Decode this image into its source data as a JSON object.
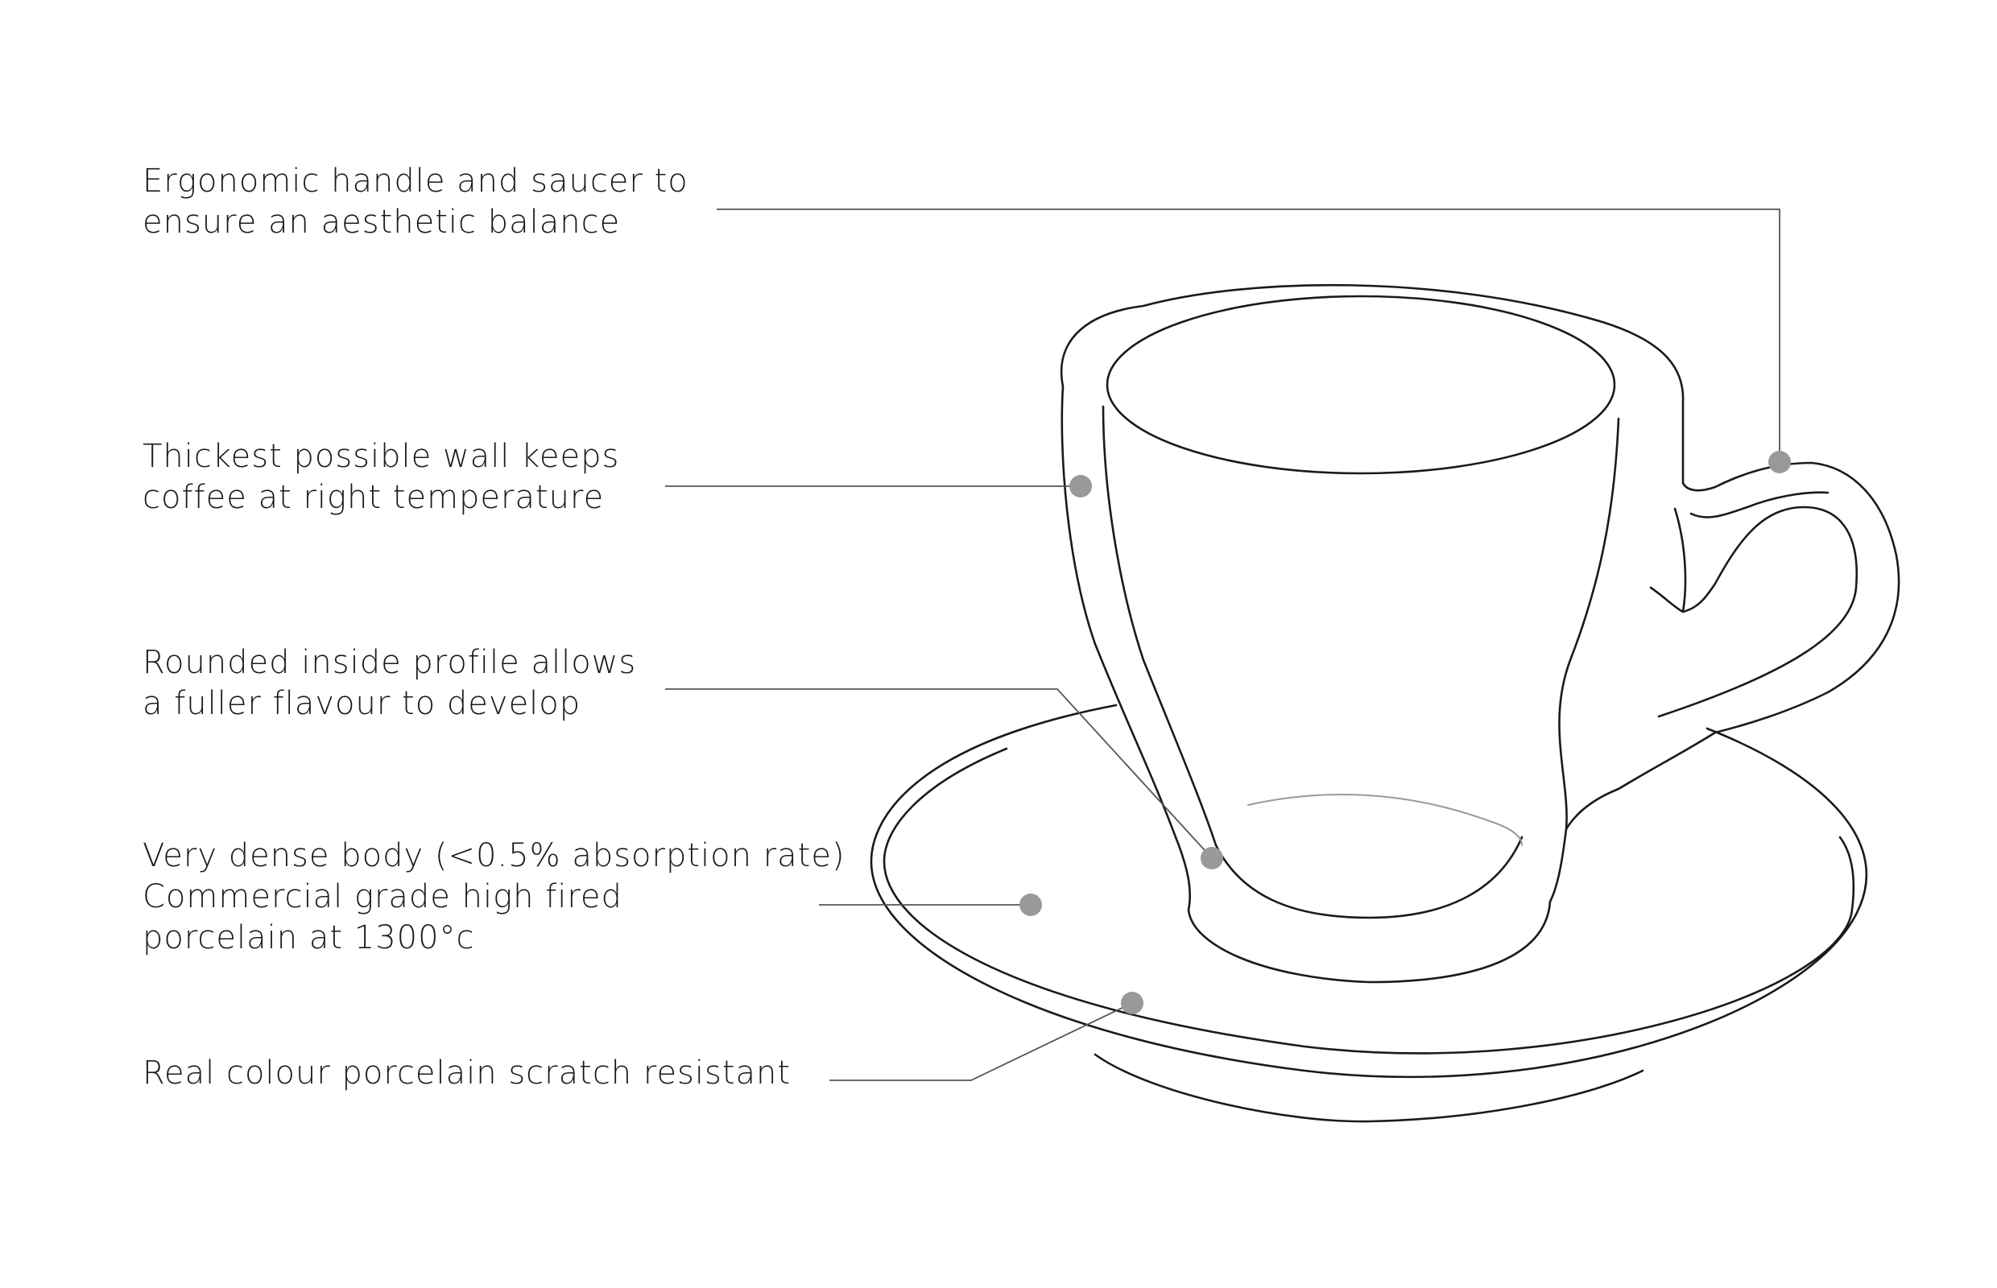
{
  "callouts": [
    {
      "id": "handle",
      "lines": [
        "Ergonomic handle and saucer to",
        "ensure an aesthetic balance"
      ]
    },
    {
      "id": "wall",
      "lines": [
        "Thickest possible wall keeps",
        "coffee at right temperature"
      ]
    },
    {
      "id": "profile",
      "lines": [
        "Rounded inside profile allows",
        "a fuller flavour to develop"
      ]
    },
    {
      "id": "body",
      "lines": [
        "Very dense body (<0.5% absorption rate)",
        "Commercial grade high fired",
        "porcelain at 1300°c"
      ]
    },
    {
      "id": "scratch",
      "lines": [
        "Real colour porcelain scratch resistant"
      ]
    }
  ],
  "colors": {
    "line": "#1a1a1a",
    "leader": "#555555",
    "marker": "#999999",
    "background": "#ffffff"
  }
}
